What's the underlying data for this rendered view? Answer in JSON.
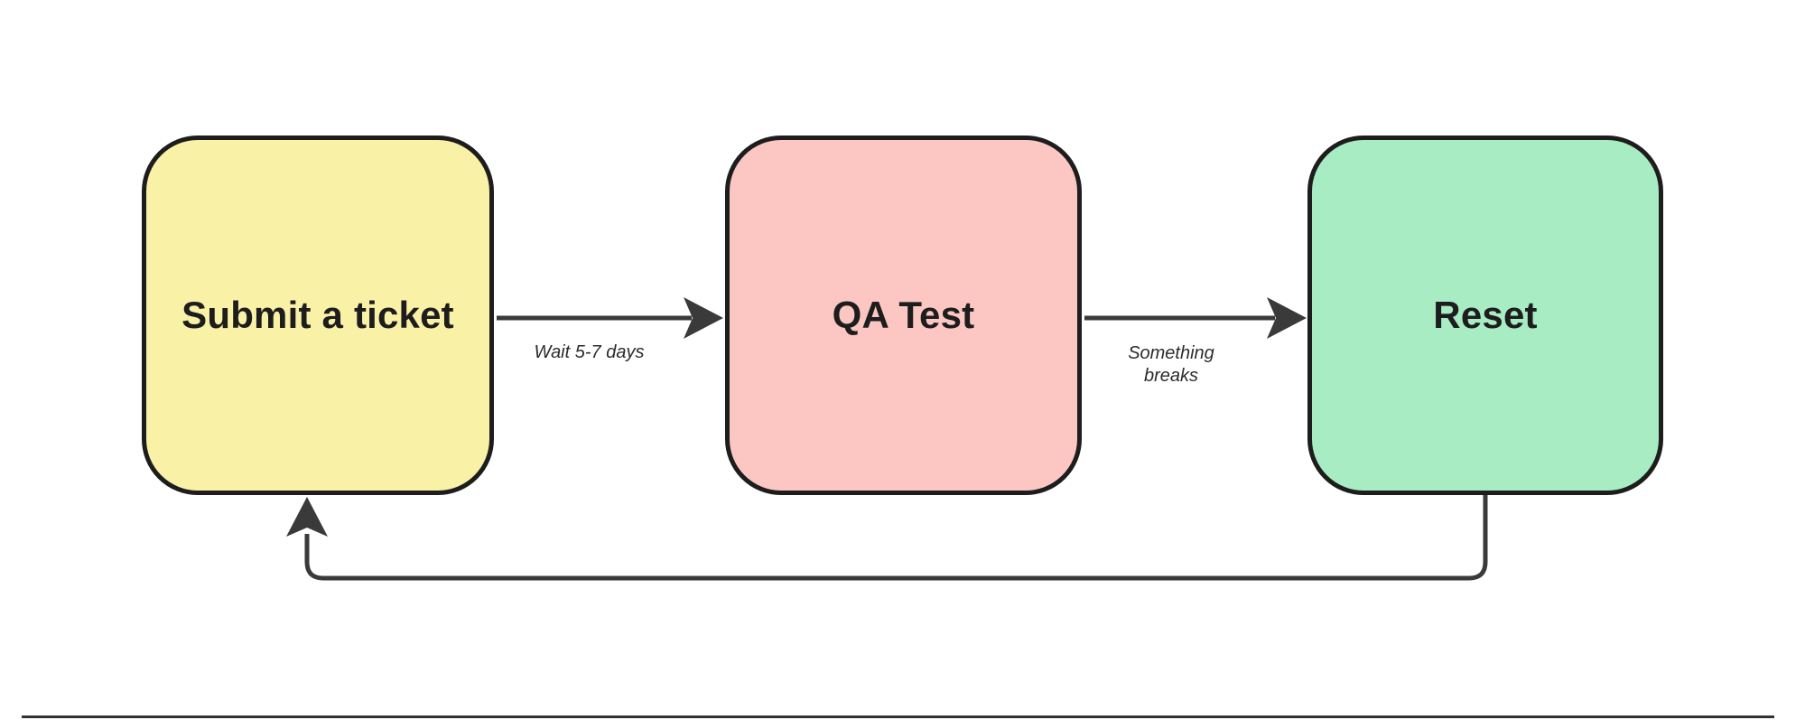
{
  "diagram": {
    "nodes": [
      {
        "label": "Submit a ticket",
        "fill": "#f9f1a6"
      },
      {
        "label": "QA Test",
        "fill": "#fcc7c3"
      },
      {
        "label": "Reset",
        "fill": "#a8ecc4"
      }
    ],
    "edges": [
      {
        "from": "Submit a ticket",
        "to": "QA Test",
        "label": "Wait 5-7 days"
      },
      {
        "from": "QA Test",
        "to": "Reset",
        "label": "Something breaks"
      },
      {
        "from": "Reset",
        "to": "Submit a ticket"
      }
    ],
    "colors": {
      "background": "#ffffff",
      "node_border": "#1d1d1d",
      "node_text": "#1d1d1d",
      "connector": "#3a3a3a",
      "edge_label_text": "#2c2c2c",
      "canvas_edge": "#333333"
    }
  }
}
